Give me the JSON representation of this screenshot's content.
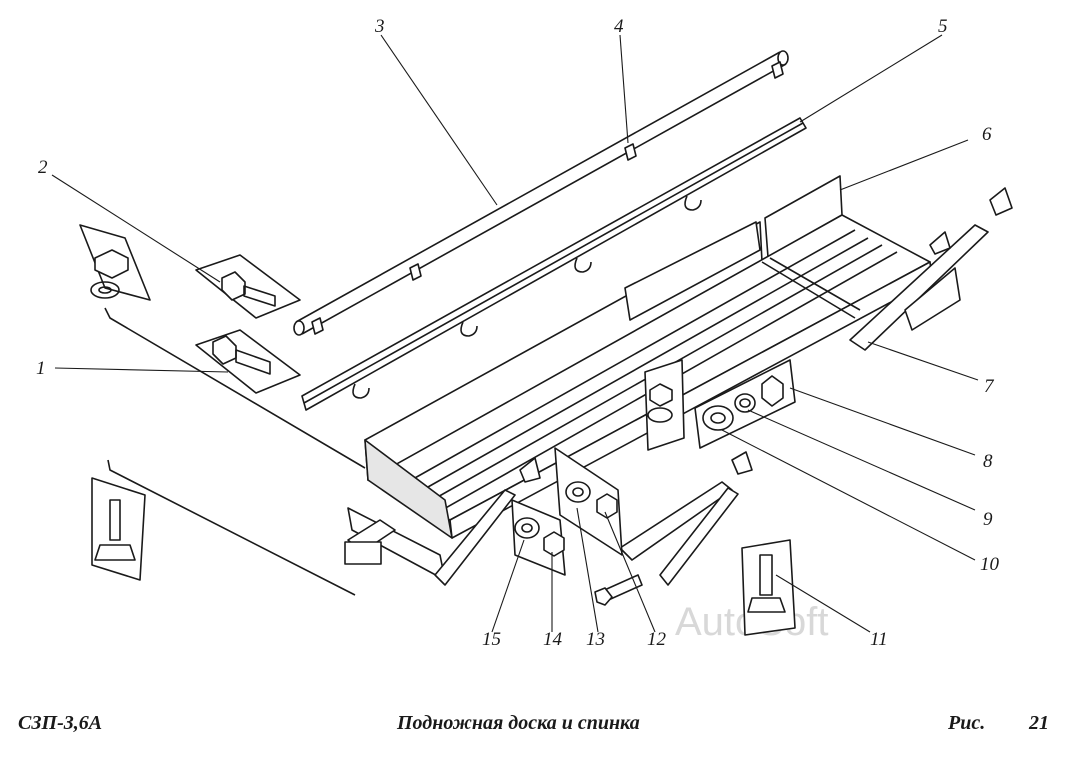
{
  "figure": {
    "model": "СЗП-3,6А",
    "caption": "Подножная доска и спинка",
    "figure_label": "Рис.",
    "figure_number": "21",
    "watermark": "AutoSoft"
  },
  "callouts": [
    "1",
    "2",
    "3",
    "4",
    "5",
    "6",
    "7",
    "8",
    "9",
    "10",
    "11",
    "12",
    "13",
    "14",
    "15"
  ]
}
